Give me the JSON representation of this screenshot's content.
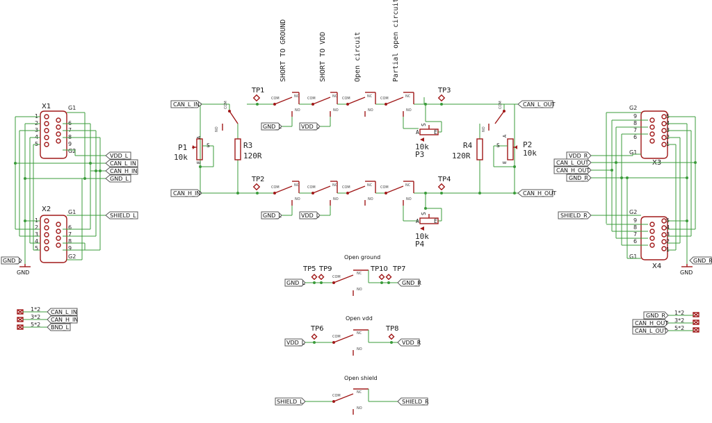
{
  "sections": {
    "short_to_ground": "SHORT TO GROUND",
    "short_to_vdd": "SHORT TO VDD",
    "open_circuit": "Open circuit",
    "partial_open": "Partial open circuit",
    "open_ground": "Open ground",
    "open_vdd": "Open vdd",
    "open_shield": "Open shield"
  },
  "connectors": {
    "x1": "X1",
    "x2": "X2",
    "x3": "X3",
    "x4": "X4",
    "g1": "G1",
    "g2": "G2",
    "pins_left": [
      "1",
      "2",
      "3",
      "4",
      "5"
    ],
    "pins_right": [
      "6",
      "7",
      "8",
      "9"
    ],
    "x3_pins_right": [
      "5",
      "4",
      "3",
      "2",
      "1"
    ],
    "x3_pins_left": [
      "9",
      "8",
      "7",
      "6"
    ]
  },
  "components": {
    "r3": "R3",
    "r3_val": "120R",
    "r4": "R4",
    "r4_val": "120R",
    "p1": "P1",
    "p1_val": "10k",
    "p2": "P2",
    "p2_val": "10k",
    "p3": "P3",
    "p3_val": "10k",
    "p4": "P4",
    "p4_val": "10k",
    "s": "S",
    "a": "A",
    "e": "E",
    "gnd": "GND"
  },
  "test_points": [
    "TP1",
    "TP2",
    "TP3",
    "TP4",
    "TP5",
    "TP6",
    "TP7",
    "TP8",
    "TP9",
    "TP10"
  ],
  "relay": {
    "com": "COM",
    "nc": "NC",
    "no": "NO"
  },
  "nets": {
    "can_l_in": "CAN_L_IN",
    "can_h_in": "CAN_H_IN",
    "can_l_out": "CAN_L_OUT",
    "can_h_out": "CAN_H_OUT",
    "gnd_l": "GND_L",
    "gnd_r": "GND_R",
    "vdd_l": "VDD_L",
    "vdd_r": "VDD_R",
    "shield_l": "SHIELD_L",
    "shield_r": "SHIELD_R",
    "bnd_l": "BND_L"
  },
  "jumpers": {
    "j1": "1*2",
    "j3": "3*2",
    "j5": "5*2"
  },
  "colors": {
    "wire": "#3a9b3a",
    "part": "#a01818",
    "text": "#222222"
  }
}
